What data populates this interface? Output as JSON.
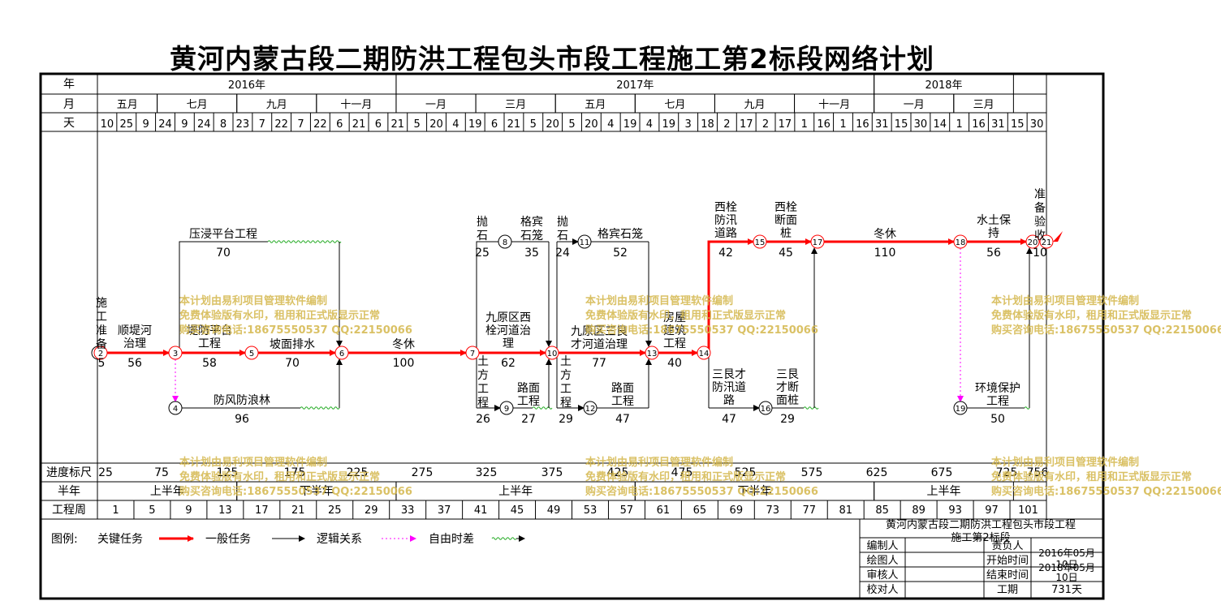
{
  "title": "黄河内蒙古段二期防洪工程包头市段工程施工第2标段网络计划",
  "header": {
    "row_labels": [
      "年",
      "月",
      "天"
    ],
    "years": [
      {
        "label": "2016年",
        "from": 0,
        "to": 15
      },
      {
        "label": "2017年",
        "from": 15,
        "to": 39
      },
      {
        "label": "2018年",
        "from": 39,
        "to": 46
      }
    ],
    "months": [
      {
        "label": "五月",
        "from": 0,
        "to": 3
      },
      {
        "label": "七月",
        "from": 3,
        "to": 7
      },
      {
        "label": "九月",
        "from": 7,
        "to": 11
      },
      {
        "label": "十一月",
        "from": 11,
        "to": 15
      },
      {
        "label": "一月",
        "from": 15,
        "to": 19
      },
      {
        "label": "三月",
        "from": 19,
        "to": 23
      },
      {
        "label": "五月",
        "from": 23,
        "to": 27
      },
      {
        "label": "七月",
        "from": 27,
        "to": 31
      },
      {
        "label": "九月",
        "from": 31,
        "to": 35
      },
      {
        "label": "十一月",
        "from": 35,
        "to": 39
      },
      {
        "label": "一月",
        "from": 39,
        "to": 43
      },
      {
        "label": "三月",
        "from": 43,
        "to": 46
      }
    ],
    "days": [
      "10",
      "25",
      "9",
      "24",
      "9",
      "24",
      "8",
      "23",
      "7",
      "22",
      "7",
      "22",
      "6",
      "21",
      "6",
      "21",
      "5",
      "20",
      "4",
      "19",
      "6",
      "21",
      "5",
      "20",
      "5",
      "20",
      "4",
      "19",
      "4",
      "19",
      "3",
      "18",
      "2",
      "17",
      "2",
      "17",
      "1",
      "16",
      "1",
      "16",
      "31",
      "15",
      "30",
      "14",
      "1",
      "16",
      "31",
      "15",
      "30"
    ]
  },
  "nodes": [
    {
      "id": "1",
      "type": "normal"
    },
    {
      "id": "2",
      "type": "critical"
    },
    {
      "id": "3",
      "type": "critical"
    },
    {
      "id": "4",
      "type": "normal"
    },
    {
      "id": "5",
      "type": "critical"
    },
    {
      "id": "6",
      "type": "critical"
    },
    {
      "id": "7",
      "type": "critical"
    },
    {
      "id": "8",
      "type": "normal"
    },
    {
      "id": "9",
      "type": "normal"
    },
    {
      "id": "10",
      "type": "critical"
    },
    {
      "id": "11",
      "type": "normal"
    },
    {
      "id": "12",
      "type": "normal"
    },
    {
      "id": "13",
      "type": "critical"
    },
    {
      "id": "14",
      "type": "critical"
    },
    {
      "id": "15",
      "type": "critical"
    },
    {
      "id": "16",
      "type": "normal"
    },
    {
      "id": "17",
      "type": "critical"
    },
    {
      "id": "18",
      "type": "critical"
    },
    {
      "id": "19",
      "type": "normal"
    },
    {
      "id": "20",
      "type": "critical"
    },
    {
      "id": "21",
      "type": "critical"
    }
  ],
  "tasks": [
    {
      "name": "施工准备",
      "duration": "5"
    },
    {
      "name": "顺堤河治理",
      "duration": "56"
    },
    {
      "name": "堤防平台工程",
      "duration": "58"
    },
    {
      "name": "坡面排水",
      "duration": "70"
    },
    {
      "name": "压浸平台工程",
      "duration": "70"
    },
    {
      "name": "防风防浪林",
      "duration": "96"
    },
    {
      "name": "冬休",
      "duration": "100"
    },
    {
      "name": "抛石",
      "duration": "25"
    },
    {
      "name": "格宾石笼",
      "duration": "35"
    },
    {
      "name": "九原区西栓河道治理",
      "duration": "62"
    },
    {
      "name": "土方工程",
      "duration": "26"
    },
    {
      "name": "路面工程",
      "duration": "27"
    },
    {
      "name": "抛石",
      "duration": "24"
    },
    {
      "name": "格宾石笼",
      "duration": "52"
    },
    {
      "name": "九原区三艮才河道治理",
      "duration": "77"
    },
    {
      "name": "土方工程",
      "duration": "29"
    },
    {
      "name": "路面工程",
      "duration": "47"
    },
    {
      "name": "房屋建筑工程",
      "duration": "40"
    },
    {
      "name": "西栓防汛道路",
      "duration": "42"
    },
    {
      "name": "西栓断面桩",
      "duration": "45"
    },
    {
      "name": "三艮才防汛道路",
      "duration": "47"
    },
    {
      "name": "三艮才断面桩",
      "duration": "29"
    },
    {
      "name": "冬休",
      "duration": "110"
    },
    {
      "name": "水土保持",
      "duration": "56"
    },
    {
      "name": "环境保护工程",
      "duration": "50"
    },
    {
      "name": "准备验收",
      "duration": "10"
    }
  ],
  "bottom": {
    "progress_label": "进度标尺",
    "progress_ticks": [
      "25",
      "75",
      "125",
      "175",
      "225",
      "275",
      "325",
      "375",
      "425",
      "475",
      "525",
      "575",
      "625",
      "675",
      "725",
      "756"
    ],
    "half_label": "半年",
    "halves": [
      {
        "label": "上半年",
        "from": 0,
        "to": 7
      },
      {
        "label": "下半年",
        "from": 7,
        "to": 15
      },
      {
        "label": "上半年",
        "from": 15,
        "to": 27
      },
      {
        "label": "下半年",
        "from": 27,
        "to": 39
      },
      {
        "label": "上半年",
        "from": 39,
        "to": 46
      }
    ],
    "week_label": "工程周",
    "weeks": [
      "1",
      "5",
      "9",
      "13",
      "17",
      "21",
      "25",
      "29",
      "33",
      "37",
      "41",
      "45",
      "49",
      "53",
      "57",
      "61",
      "65",
      "69",
      "73",
      "77",
      "81",
      "85",
      "89",
      "93",
      "97",
      "101"
    ]
  },
  "legend": {
    "label": "图例:",
    "critical": "关键任务",
    "normal": "一般任务",
    "logic": "逻辑关系",
    "free_float": "自由时差"
  },
  "info_box": {
    "title": "黄河内蒙古段二期防洪工程包头市段工程施工第2标段",
    "editor": "编制人",
    "drawer": "绘图人",
    "reviewer": "审核人",
    "checker": "校对人",
    "responsible": "责负人",
    "start_label": "开始时间",
    "end_label": "结束时间",
    "period_label": "工期",
    "start_value": "2016年05月10日",
    "end_value": "2018年05月10日",
    "period_value": "731天"
  },
  "watermark": {
    "line1": "本计划由易利项目管理软件编制",
    "line2": "免费体验版有水印，租用和正式版显示正常",
    "line3": "购买咨询电话:18675550537 QQ:22150066"
  },
  "colors": {
    "critical": "#ff0000",
    "normal": "#000000",
    "free_float": "#ff00ff",
    "float_wave": "#22aa22",
    "watermark": "#d4b64a"
  }
}
